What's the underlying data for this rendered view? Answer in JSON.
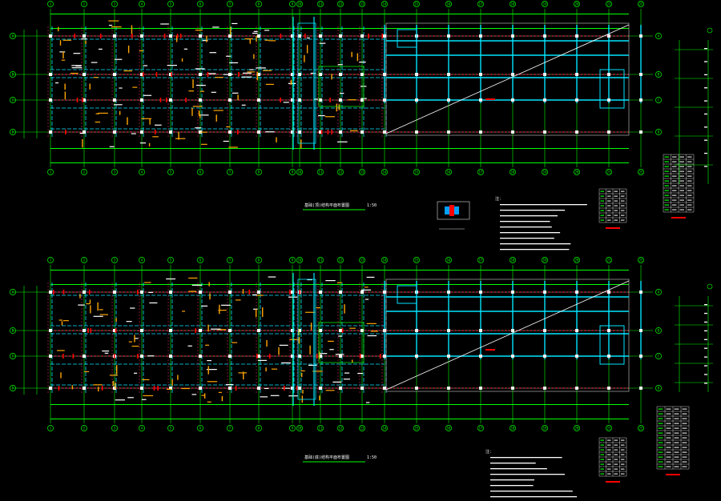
{
  "plans": [
    {
      "id": "upper",
      "title": "基础(顶)结构平面布置图",
      "scale": "1:50",
      "column_labels": [
        "1",
        "2",
        "3",
        "4",
        "5",
        "6",
        "7",
        "8",
        "9",
        "10",
        "11",
        "12",
        "13",
        "14",
        "15",
        "16",
        "17",
        "18",
        "19",
        "20",
        "21",
        "22"
      ],
      "row_labels": [
        "A",
        "B",
        "C",
        "D"
      ],
      "notes_heading": "注："
    },
    {
      "id": "lower",
      "title": "基础(底)结构平面布置图",
      "scale": "1:50",
      "column_labels": [
        "1",
        "2",
        "3",
        "4",
        "5",
        "6",
        "7",
        "8",
        "9",
        "10",
        "11",
        "12",
        "13",
        "14",
        "15",
        "16",
        "17",
        "18",
        "19",
        "20",
        "21",
        "22"
      ],
      "row_labels": [
        "A",
        "B",
        "C",
        "D"
      ],
      "notes_heading": "注："
    }
  ],
  "colors": {
    "background": "#000000",
    "axis_grid": "#00ff00",
    "beam": "#00e5ff",
    "dim_line": "#ff2a6d",
    "rebar_text": "#ffa500",
    "note_text": "#ffffff",
    "highlight": "#ff0000",
    "section_fill": "#00a0ff"
  }
}
